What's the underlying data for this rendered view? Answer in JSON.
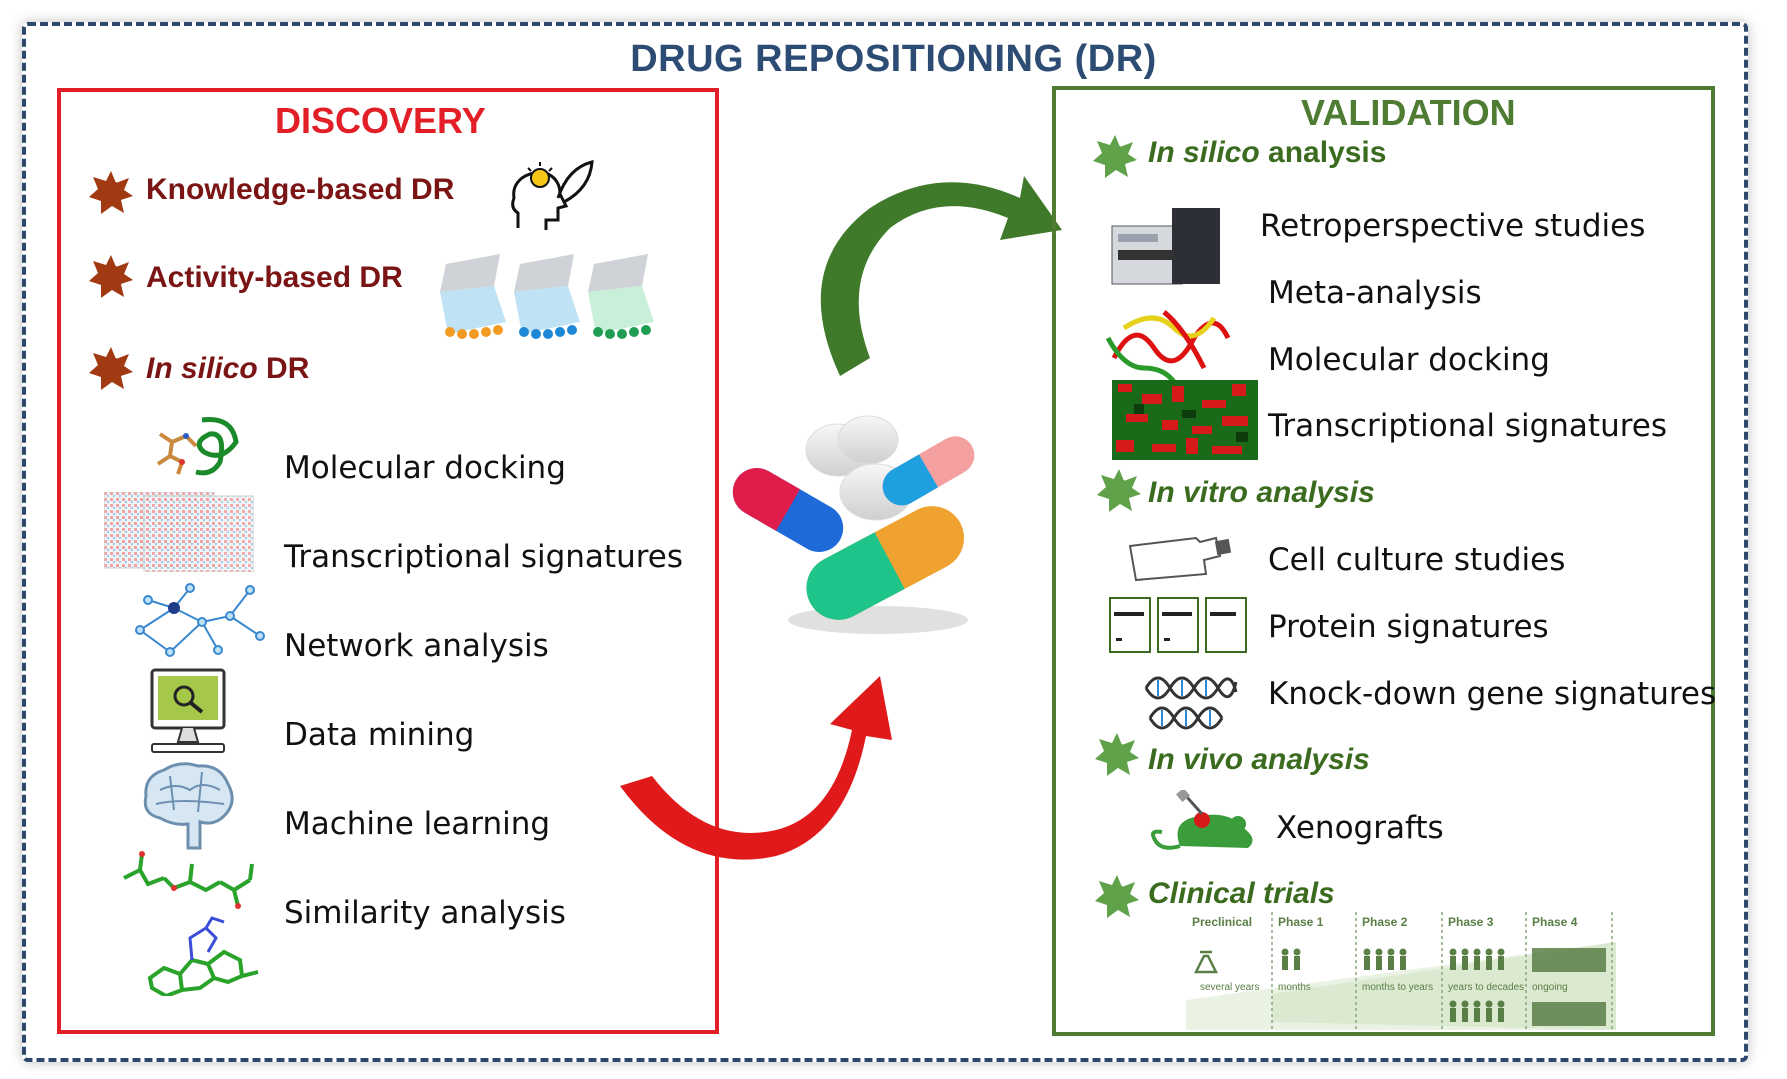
{
  "title": "DRUG REPOSITIONING (DR)",
  "discovery": {
    "title": "DISCOVERY",
    "knowledge_based": "Knowledge-based DR",
    "activity_based": "Activity-based DR",
    "in_silico_italic": "In silico",
    "in_silico_rest": " DR",
    "items": [
      "Molecular docking",
      "Transcriptional signatures",
      "Network analysis",
      "Data mining",
      "Machine learning",
      "Similarity analysis"
    ]
  },
  "validation": {
    "title": "VALIDATION",
    "in_silico_italic": "In silico",
    "in_silico_rest": " analysis",
    "in_silico_items": [
      "Retroperspective studies",
      "Meta-analysis",
      "Molecular docking",
      "Transcriptional signatures"
    ],
    "in_vitro": "In vitro analysis",
    "in_vitro_items": [
      "Cell culture studies",
      "Protein signatures",
      "Knock-down gene signatures"
    ],
    "in_vivo": "In vivo analysis",
    "in_vivo_items": [
      "Xenografts"
    ],
    "clinical": "Clinical trials",
    "phases": [
      "Preclinical",
      "Phase 1",
      "Phase 2",
      "Phase 3",
      "Phase 4"
    ],
    "durations": [
      "several years",
      "months",
      "months to years",
      "years to decades",
      "ongoing"
    ]
  },
  "colors": {
    "red": "#e21f26",
    "dark_red": "#7b1414",
    "green": "#4e7c33",
    "navy": "#2c4c73"
  }
}
